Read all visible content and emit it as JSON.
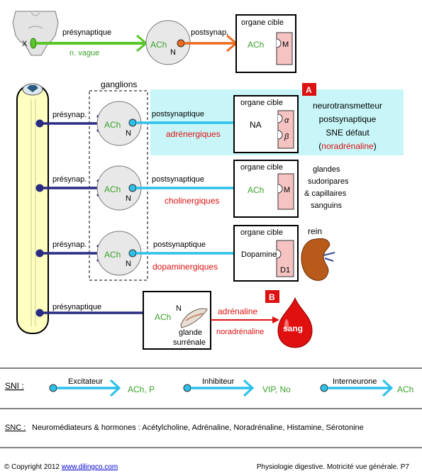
{
  "top": {
    "pre_label": "présynaptique",
    "post_label": "postsynap.",
    "nerve_label": "n. vague",
    "x_label": "X",
    "ach": "ACh",
    "n": "N",
    "target_title": "organe cible",
    "target_ach": "ACh",
    "target_m": "M"
  },
  "ganglions_label": "ganglions",
  "rows": [
    {
      "pre": "présynap.",
      "post": "postsynaptique",
      "ach": "ACh",
      "n": "N",
      "type": "adrénergiques",
      "target_title": "organe cible",
      "target_nt": "NA",
      "receptor_a": "α",
      "receptor_b": "β"
    },
    {
      "pre": "présynap.",
      "post": "postsynaptique",
      "ach": "ACh",
      "n": "N",
      "type": "cholinergiques",
      "target_title": "organe cible",
      "target_nt": "ACh",
      "receptor": "M"
    },
    {
      "pre": "présynap.",
      "post": "postsynaptique",
      "ach": "ACh",
      "n": "N",
      "type": "dopaminergiques",
      "target_title": "organe cible",
      "target_nt": "Dopamine",
      "receptor": "D1"
    }
  ],
  "adrenal": {
    "pre": "présynaptique",
    "ach": "ACh",
    "n": "N",
    "gland_1": "glande",
    "gland_2": "surrénale",
    "out_1": "adrénaline",
    "out_2": "noradrénaline",
    "blood": "sang"
  },
  "badge_a": "A",
  "badge_b": "B",
  "note_a": {
    "line1": "neurotransmetteur",
    "line2": "postsynaptique",
    "line3": "SNE défaut",
    "line4_open": "(",
    "line4_red": "noradrénaline",
    "line4_close": ")"
  },
  "sweat_note": [
    "glandes",
    "sudoripares",
    "& capillaires",
    "sanguins"
  ],
  "rein": "rein",
  "legend": {
    "sni": "SNI :",
    "excit": "Excitateur",
    "excit_val": "ACh, P",
    "inhib": "Inhibiteur",
    "inhib_val": "VIP, No",
    "inter": "Interneurone",
    "inter_val": "ACh"
  },
  "snc": {
    "label": "SNC :",
    "text": "Neuromédiateurs & hormones : Acétylcholine, Adrénaline, Noradrénaline, Histamine, Sérotonine"
  },
  "footer": {
    "copyright": "© Copyright 2012",
    "link": "www.dilingco.com",
    "right": "Physiologie digestive. Motricité vue générale.  P7"
  },
  "colors": {
    "green": "#5ac62a",
    "orange": "#ee6a1f",
    "navy": "#2a2c84",
    "cyan": "#2cc0ea",
    "red": "#dd1111",
    "ach_green": "#3aa02a",
    "pink": "#f6c3c3",
    "light_cyan": "#c8f6f8",
    "cord_yellow": "#ffffc0"
  }
}
